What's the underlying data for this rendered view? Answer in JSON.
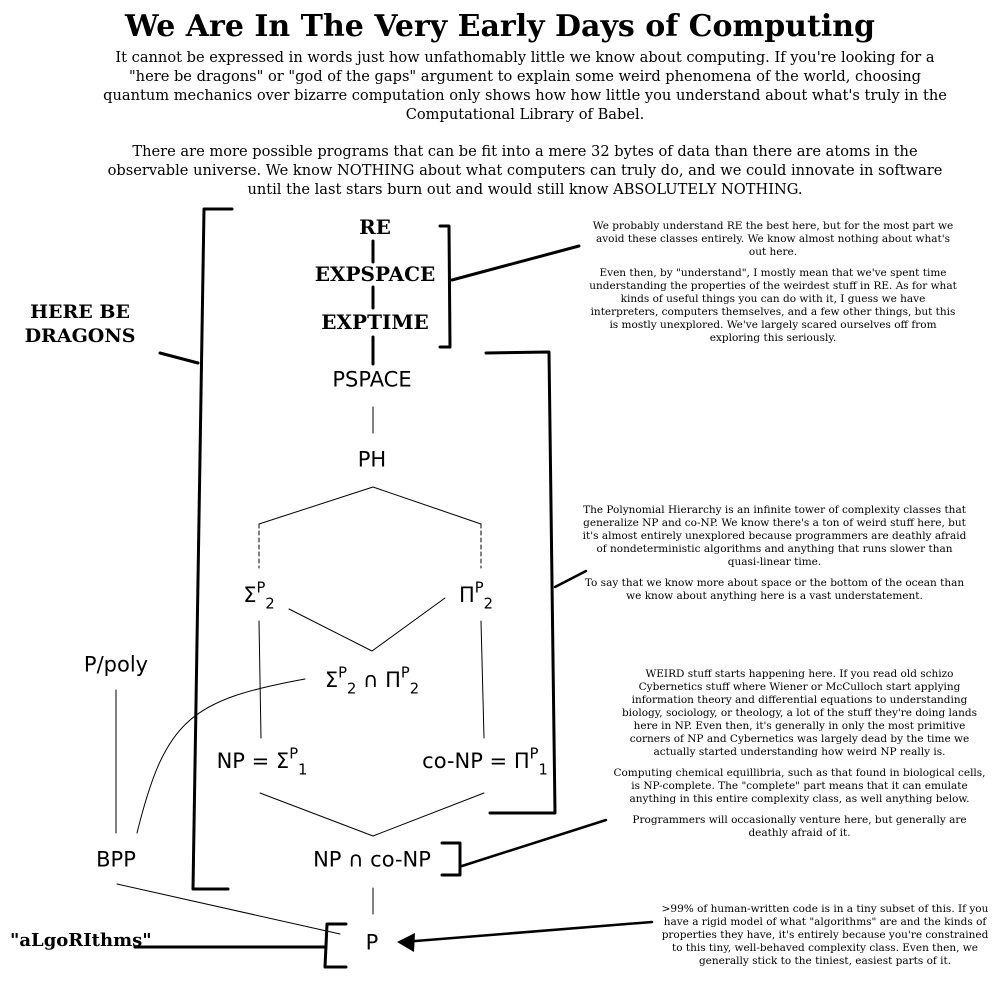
{
  "title": "We Are In The Very Early Days of Computing",
  "intro": [
    "It cannot be expressed in words just how unfathomably little we know about computing. If you're looking for a \"here be dragons\" or \"god of the gaps\" argument to explain some weird phenomena of the world, choosing quantum mechanics over bizarre computation only shows how how little you understand about what's truly in the Computational Library of Babel.",
    "There are more possible programs that can be fit into a mere 32 bytes of data than there are atoms in the observable universe. We know NOTHING about what computers can truly do, and we could innovate in software until the last stars burn out and would still know ABSOLUTELY NOTHING."
  ],
  "classes": {
    "re": "RE",
    "expspace": "EXPSPACE",
    "exptime": "EXPTIME",
    "pspace": "PSPACE",
    "ph": "PH",
    "sigma_sym": "Σ",
    "pi_sym": "Π",
    "sup_p": "P",
    "sub_2": "2",
    "sub_1": "1",
    "cap": " ∩ ",
    "np_prefix": "NP = ",
    "conp_prefix": "co-NP = ",
    "np_cap_conp": "NP ∩ co-NP",
    "ppoly": "P/poly",
    "bpp": "BPP",
    "p": "P"
  },
  "labels": {
    "here_be_dragons": [
      "HERE BE",
      "DRAGONS"
    ],
    "algorithms": "\"aLgoRIthms\""
  },
  "notes": {
    "re": [
      "We probably understand RE the best here, but for the most part we avoid these classes entirely. We know almost nothing about what's out here.",
      "Even then, by \"understand\", I mostly mean that we've spent time understanding the properties of the weirdest stuff in RE. As for what kinds of useful things you can do with it, I guess we have interpreters, computers themselves, and a few other things, but this is mostly unexplored. We've largely scared ourselves off from exploring this seriously."
    ],
    "ph": [
      "The Polynomial Hierarchy is an infinite tower of complexity classes that generalize NP and co-NP. We know there's a ton of weird stuff here, but it's almost entirely unexplored because programmers are deathly afraid of nondeterministic algorithms and anything that runs slower than quasi-linear time.",
      "To say that we know more about space or the bottom of the ocean than we know about anything here is a vast understatement."
    ],
    "np": [
      "WEIRD stuff starts happening here. If you read old schizo Cybernetics stuff where Wiener or McCulloch start applying information theory and differential equations to understanding biology, sociology, or theology, a lot of the stuff they're doing lands here in NP. Even then, it's generally in only the most primitive corners of NP and Cybernetics was largely dead by the time we actually started understanding how weird NP really is.",
      "Computing chemical equillibria, such as that found in biological cells, is NP-complete. The \"complete\" part means that it can emulate anything in this entire complexity class, as well anything below.",
      "Programmers will occasionally venture here, but generally are deathly afraid of it."
    ],
    "p": [
      ">99% of human-written code is in a tiny subset of this. If you have a rigid model of what \"algorithms\" are and the kinds of properties they have, it's entirely because you're constrained to this tiny, well-behaved complexity class. Even then, we generally stick to the tiniest, easiest parts of it."
    ]
  }
}
